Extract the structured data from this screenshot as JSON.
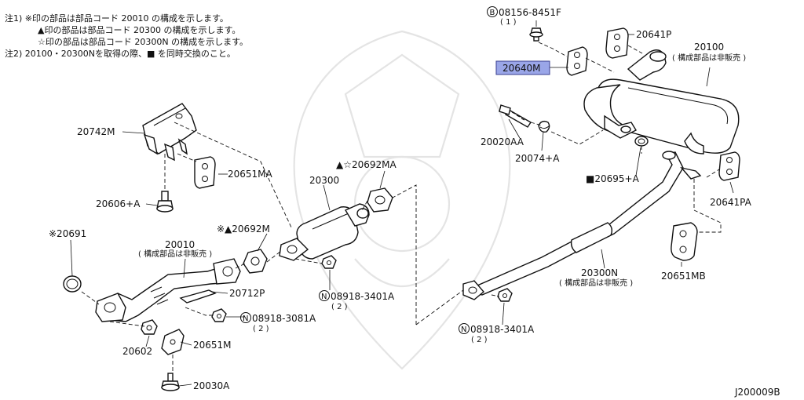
{
  "notes": [
    "注1) ※印の部品は部品コード 20010 の構成を示します。",
    "▲印の部品は部品コード 20300 の構成を示します。",
    "☆印の部品は部品コード 20300N の構成を示します。",
    "注2) 20100・20300Nを取得の際、■ を同時交換のこと。"
  ],
  "highlight_color": "#9aa6e8",
  "parts": {
    "p08156": "08156-8451F",
    "p08156_qty": "( 1 )",
    "p20641P": "20641P",
    "p20100": "20100",
    "p20100_sub": "( 構成部品は非販売 )",
    "p20640M": "20640M",
    "p20020AA": "20020AA",
    "p20074": "20074+A",
    "p20695": "■20695+A",
    "p20641PA": "20641PA",
    "p20651MB": "20651MB",
    "p20300N": "20300N",
    "p20300N_sub": "( 構成部品は非販売 )",
    "p08918_r": "08918-3401A",
    "p08918_r_qty": "( 2 )",
    "p20742M": "20742M",
    "p20651MA": "20651MA",
    "p20692MA": "▲☆20692MA",
    "p20300": "20300",
    "p20606": "20606+A",
    "p20691": "※20691",
    "p20010": "20010",
    "p20010_sub": "( 構成部品は非販売 )",
    "p20692M": "※▲20692M",
    "p08918_m": "08918-3401A",
    "p08918_m_qty": "( 2 )",
    "p20712P": "20712P",
    "p08918_3081": "08918-3081A",
    "p08918_3081_qty": "( 2 )",
    "p20602": "20602",
    "p20651M": "20651M",
    "p20030A": "20030A"
  },
  "diagram_id": "J200009B"
}
